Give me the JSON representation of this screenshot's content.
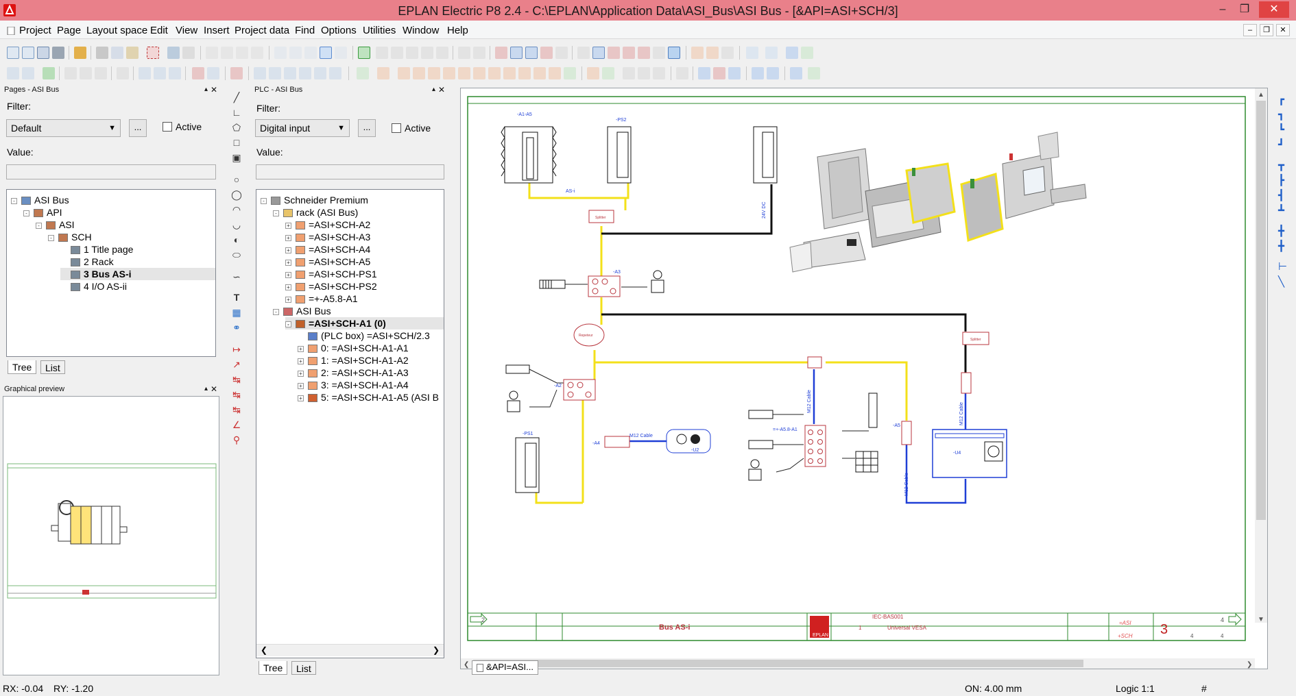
{
  "titlebar": {
    "title": "EPLAN Electric P8 2.4 - C:\\EPLAN\\Application Data\\ASI_Bus\\ASI Bus - [&API=ASI+SCH/3]",
    "bg": "#e9808a"
  },
  "menu": {
    "items": [
      "Project",
      "Page",
      "Layout space",
      "Edit",
      "View",
      "Insert",
      "Project data",
      "Find",
      "Options",
      "Utilities",
      "Window",
      "Help"
    ]
  },
  "pages_panel": {
    "title": "Pages - ASI Bus",
    "filter_label": "Filter:",
    "filter_value": "Default",
    "more_btn": "...",
    "active_label": "Active",
    "value_label": "Value:",
    "tree": [
      {
        "label": "ASI Bus",
        "level": 0,
        "exp": "-",
        "icon": "project-icon"
      },
      {
        "label": "API",
        "level": 1,
        "exp": "-",
        "icon": "structure-icon"
      },
      {
        "label": "ASI",
        "level": 2,
        "exp": "-",
        "icon": "structure-icon"
      },
      {
        "label": "SCH",
        "level": 3,
        "exp": "-",
        "icon": "structure-icon"
      },
      {
        "label": "1 Title page",
        "level": 4,
        "exp": "",
        "icon": "page-icon"
      },
      {
        "label": "2 Rack",
        "level": 4,
        "exp": "",
        "icon": "page-icon"
      },
      {
        "label": "3 Bus AS-i",
        "level": 4,
        "exp": "",
        "icon": "page-icon",
        "selected": true
      },
      {
        "label": "4 I/O AS-ii",
        "level": 4,
        "exp": "",
        "icon": "page-icon"
      }
    ],
    "tabs": [
      "Tree",
      "List"
    ]
  },
  "preview_panel": {
    "title": "Graphical preview"
  },
  "plc_panel": {
    "title": "PLC - ASI Bus",
    "filter_label": "Filter:",
    "filter_value": "Digital input",
    "more_btn": "...",
    "active_label": "Active",
    "value_label": "Value:",
    "tree": [
      {
        "label": "Schneider Premium",
        "level": 0,
        "exp": "-",
        "icon": "plc-icon"
      },
      {
        "label": "rack (ASI Bus)",
        "level": 1,
        "exp": "-",
        "icon": "folder-icon"
      },
      {
        "label": "=ASI+SCH-A2",
        "level": 2,
        "exp": "+",
        "icon": "card-icon"
      },
      {
        "label": "=ASI+SCH-A3",
        "level": 2,
        "exp": "+",
        "icon": "card-icon"
      },
      {
        "label": "=ASI+SCH-A4",
        "level": 2,
        "exp": "+",
        "icon": "card-icon"
      },
      {
        "label": "=ASI+SCH-A5",
        "level": 2,
        "exp": "+",
        "icon": "card-icon"
      },
      {
        "label": "=ASI+SCH-PS1",
        "level": 2,
        "exp": "+",
        "icon": "card-icon"
      },
      {
        "label": "=ASI+SCH-PS2",
        "level": 2,
        "exp": "+",
        "icon": "card-icon"
      },
      {
        "label": "=+-A5.8-A1",
        "level": 2,
        "exp": "+",
        "icon": "card-icon"
      },
      {
        "label": "ASI Bus",
        "level": 1,
        "exp": "-",
        "icon": "bus-icon"
      },
      {
        "label": "=ASI+SCH-A1 (0)",
        "level": 2,
        "exp": "-",
        "icon": "card-dark-icon",
        "selected": true
      },
      {
        "label": "(PLC box) =ASI+SCH/2.3",
        "level": 3,
        "exp": "",
        "icon": "plcbox-icon"
      },
      {
        "label": "0: =ASI+SCH-A1-A1",
        "level": 3,
        "exp": "+",
        "icon": "card-icon"
      },
      {
        "label": "1: =ASI+SCH-A1-A2",
        "level": 3,
        "exp": "+",
        "icon": "card-icon"
      },
      {
        "label": "2: =ASI+SCH-A1-A3",
        "level": 3,
        "exp": "+",
        "icon": "card-icon"
      },
      {
        "label": "3: =ASI+SCH-A1-A4",
        "level": 3,
        "exp": "+",
        "icon": "card-icon"
      },
      {
        "label": "5: =ASI+SCH-A1-A5 (ASI B",
        "level": 3,
        "exp": "+",
        "icon": "card-half-icon"
      }
    ],
    "tabs": [
      "Tree",
      "List"
    ]
  },
  "drawing": {
    "tab_label": "&API=ASI...",
    "labels": {
      "a1a5": "-A1-A5",
      "ps2": "-PS2",
      "asi": "AS-i",
      "splitter1": "Splitter",
      "a3": "-A3",
      "vdc": "24V DC",
      "repeater": "Repeteur",
      "splitter2": "Splitter",
      "a2": "-A2",
      "ps1": "-PS1",
      "a4": "-A4",
      "m12a": "M12 Cable",
      "u2": "-U2",
      "m12b": "M12 Cable",
      "a58": "=+-A5.8-A1",
      "a5": "-A5",
      "m12c": "M12 Cable",
      "m12d": "M12 Cable",
      "u4": "-U4"
    },
    "titleblock": {
      "page_prev": "2",
      "page_title": "Bus AS-i",
      "standard": "IEC-BAS001",
      "company": "Universal VESA",
      "one": "1",
      "func": "=ASI",
      "loc": "+SCH",
      "page_no": "3",
      "page_next": "4",
      "b1": "4",
      "b2": "4"
    }
  },
  "status": {
    "rx": "RX: -0.04",
    "ry": "RY: -1.20",
    "grid": "ON: 4.00 mm",
    "logic": "Logic 1:1",
    "hash": "#"
  }
}
